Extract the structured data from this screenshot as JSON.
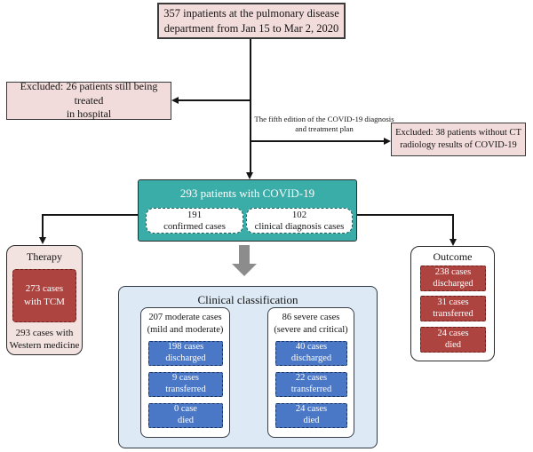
{
  "diagram_title": "COVID-19 inpatient flow diagram",
  "colors": {
    "pink_box": "#f2dcdb",
    "therapy_pink": "#f2e2e0",
    "teal": "#3aada8",
    "dark_red": "#ad4440",
    "blue": "#4b78c6",
    "panel_light_blue": "#dde9f5",
    "gray_arrow": "#8c8c8c",
    "line": "#151515"
  },
  "source": {
    "text": "357 inpatients at the pulmonary disease\ndepartment from Jan 15 to Mar 2, 2020"
  },
  "excluded_left": {
    "text": "Excluded: 26 patients still being treated\nin hospital"
  },
  "edition_note": {
    "text": "The fifth edition of the COVID-19 diagnosis\nand treatment plan"
  },
  "excluded_right": {
    "text": "Excluded: 38 patients without CT\nradiology results of COVID-19"
  },
  "covid": {
    "title": "293 patients with COVID-19",
    "confirmed": "191\nconfirmed cases",
    "clinical_diagnosis": "102\nclinical diagnosis cases"
  },
  "therapy": {
    "title": "Therapy",
    "tcm": "273 cases\nwith TCM",
    "western": "293 cases with\nWestern medicine"
  },
  "outcome": {
    "title": "Outcome",
    "items": [
      {
        "text": "238 cases\ndischarged"
      },
      {
        "text": "31 cases\ntransferred"
      },
      {
        "text": "24 cases\ndied"
      }
    ]
  },
  "classification": {
    "title": "Clinical classification",
    "columns": [
      {
        "header": "207 moderate cases\n(mild and moderate)",
        "items": [
          {
            "text": "198 cases\ndischarged"
          },
          {
            "text": "9 cases\ntransferred"
          },
          {
            "text": "0 case\ndied"
          }
        ]
      },
      {
        "header": "86 severe cases\n(severe and critical)",
        "items": [
          {
            "text": "40 cases\ndischarged"
          },
          {
            "text": "22 cases\ntransferred"
          },
          {
            "text": "24 cases\ndied"
          }
        ]
      }
    ]
  }
}
